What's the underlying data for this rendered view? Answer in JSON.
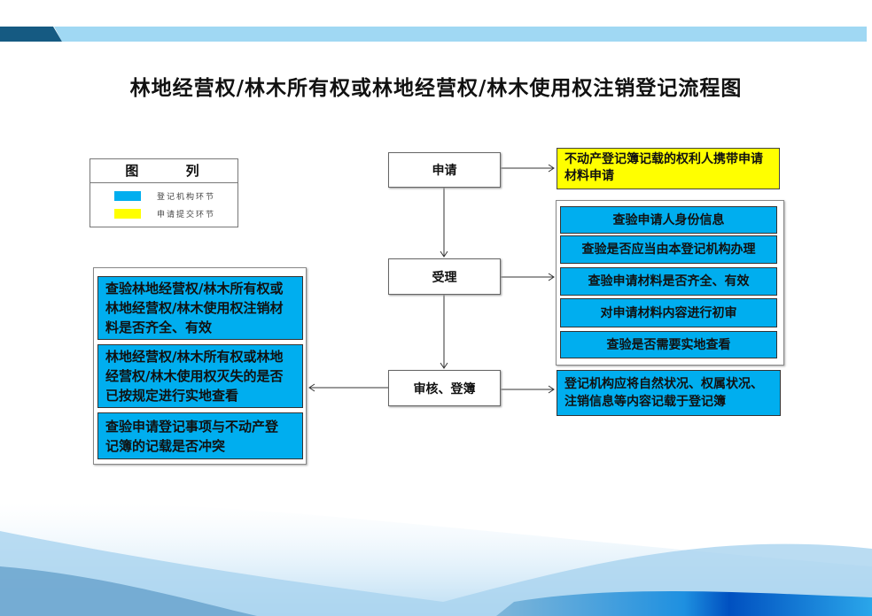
{
  "title": "林地经营权/林木所有权或林地经营权/林木使用权注销登记流程图",
  "colors": {
    "agency": "#00aeef",
    "applicant": "#ffff00",
    "header_dark": "#155a82",
    "header_light": "#a0d8f3"
  },
  "legend": {
    "title": "图 列",
    "items": [
      {
        "label": "登记机构环节",
        "color": "#00aeef"
      },
      {
        "label": "申请提交环节",
        "color": "#ffff00"
      }
    ]
  },
  "flow": {
    "apply": "申请",
    "accept": "受理",
    "review": "审核、登簿"
  },
  "apply_note": "不动产登记簿记载的权利人携带申请材料申请",
  "accept_checks": [
    "查验申请人身份信息",
    "查验是否应当由本登记机构办理",
    "查验申请材料是否齐全、有效",
    "对申请材料内容进行初审",
    "查验是否需要实地查看"
  ],
  "register_note": "登记机构应将自然状况、权属状况、注销信息等内容记载于登记簿",
  "review_checks": [
    "查验林地经营权/林木所有权或林地经营权/林木使用权注销材料是否齐全、有效",
    "林地经营权/林木所有权或林地经营权/林木使用权灭失的是否已按规定进行实地查看",
    "查验申请登记事项与不动产登记簿的记载是否冲突"
  ]
}
